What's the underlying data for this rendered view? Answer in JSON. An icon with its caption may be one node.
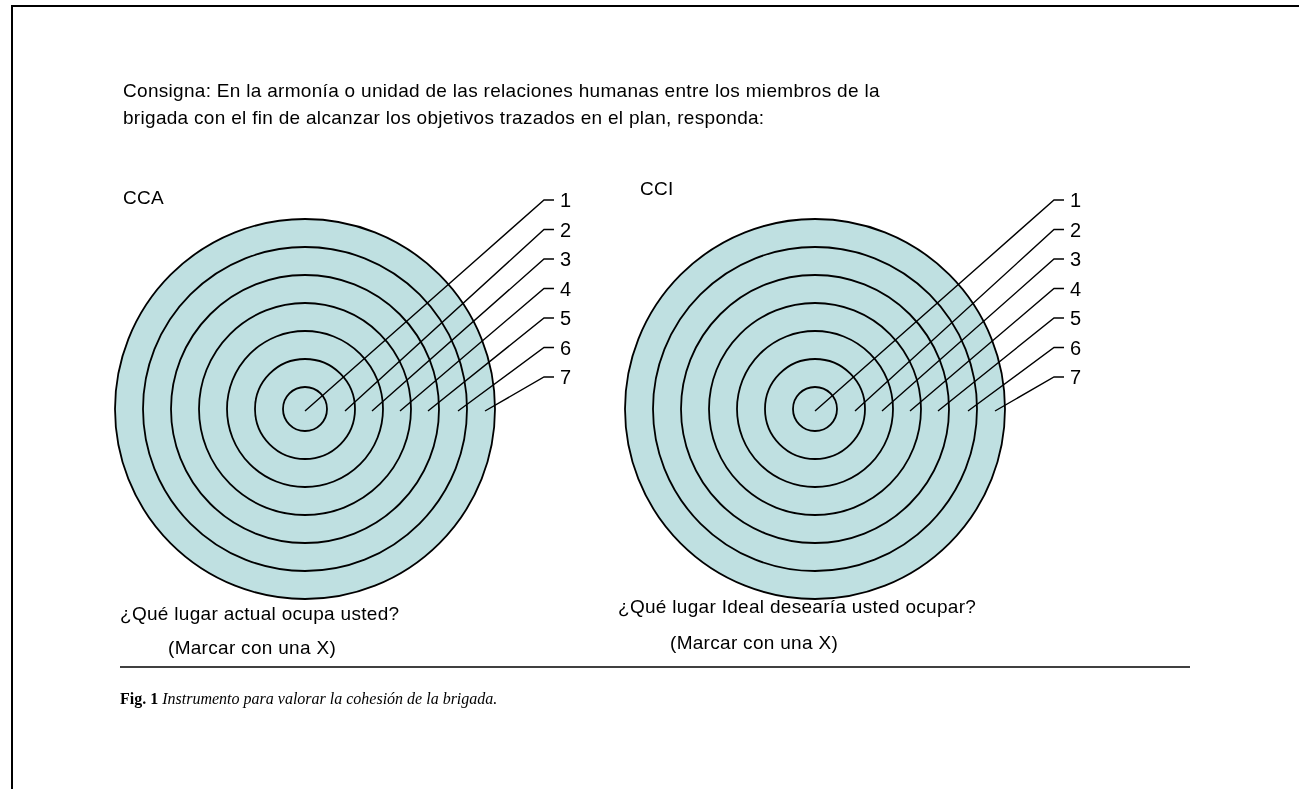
{
  "diagram": {
    "caption": "**Fig. 1** *Instrumento para valorar la cohesión de la brigada.*",
    "nodes": [
      {
        "text": [
          "1"
        ]
      },
      {
        "text": [
          "2"
        ]
      },
      {
        "text": [
          "3"
        ]
      },
      {
        "text": [
          "4"
        ]
      },
      {
        "text": [
          "5"
        ]
      },
      {
        "text": [
          "6"
        ]
      },
      {
        "text": [
          "7"
        ]
      },
      {
        "text": [],
        "shape": "circle"
      },
      {
        "text": [],
        "shape": "circle",
        "in": 7
      },
      {
        "text": [],
        "shape": "circle",
        "in": 8
      },
      {
        "text": [],
        "shape": "circle",
        "in": 9
      },
      {
        "text": [],
        "shape": "circle",
        "in": 10
      },
      {
        "text": [],
        "shape": "circle",
        "in": 11
      },
      {
        "text": [],
        "shape": "circle",
        "in": 12
      },
      {
        "text": [
          "1"
        ]
      },
      {
        "text": [
          "2"
        ]
      },
      {
        "text": [
          "3"
        ]
      },
      {
        "text": [
          "4"
        ]
      },
      {
        "text": [
          "5"
        ]
      },
      {
        "text": [
          "6"
        ]
      },
      {
        "text": [
          "7"
        ]
      },
      {
        "text": [],
        "shape": "circle"
      },
      {
        "text": [],
        "shape": "circle",
        "in": 21
      },
      {
        "text": [],
        "shape": "circle",
        "in": 22
      },
      {
        "text": [],
        "shape": "circle",
        "in": 23
      },
      {
        "text": [],
        "shape": "circle",
        "in": 24
      },
      {
        "text": [],
        "shape": "circle",
        "in": 25
      },
      {
        "text": [],
        "shape": "circle",
        "in": 26
      }
    ],
    "edges": [
      {
        "from": 0,
        "to": 13,
        "arrow": "none"
      },
      {
        "from": 1,
        "to": 12,
        "arrow": "none"
      },
      {
        "from": 2,
        "to": 11,
        "arrow": "none"
      },
      {
        "from": 3,
        "to": 10,
        "arrow": "none"
      },
      {
        "from": 4,
        "to": 9,
        "arrow": "none"
      },
      {
        "from": 5,
        "to": 8,
        "arrow": "none"
      },
      {
        "from": 6,
        "to": 7,
        "arrow": "none"
      },
      {
        "from": 14,
        "to": 27,
        "arrow": "none"
      },
      {
        "from": 15,
        "to": 26,
        "arrow": "none"
      },
      {
        "from": 16,
        "to": 25,
        "arrow": "none"
      },
      {
        "from": 17,
        "to": 24,
        "arrow": "none"
      },
      {
        "from": 18,
        "to": 23,
        "arrow": "none"
      },
      {
        "from": 19,
        "to": 22,
        "arrow": "none"
      },
      {
        "from": 20,
        "to": 21,
        "arrow": "none"
      }
    ],
    "labels": [
      "Consigna: En la armonía o unidad de las relaciones humanas entre los miembros de la brigada con el fin de alcanzar los objetivos trazados en el plan, responda:",
      "CCA",
      "CCI",
      "¿Qué lugar actual ocupa usted?",
      "(Marcar con una X)",
      "¿Qué lugar Ideal desearía usted ocupar?",
      "(Marcar con una X)"
    ]
  }
}
